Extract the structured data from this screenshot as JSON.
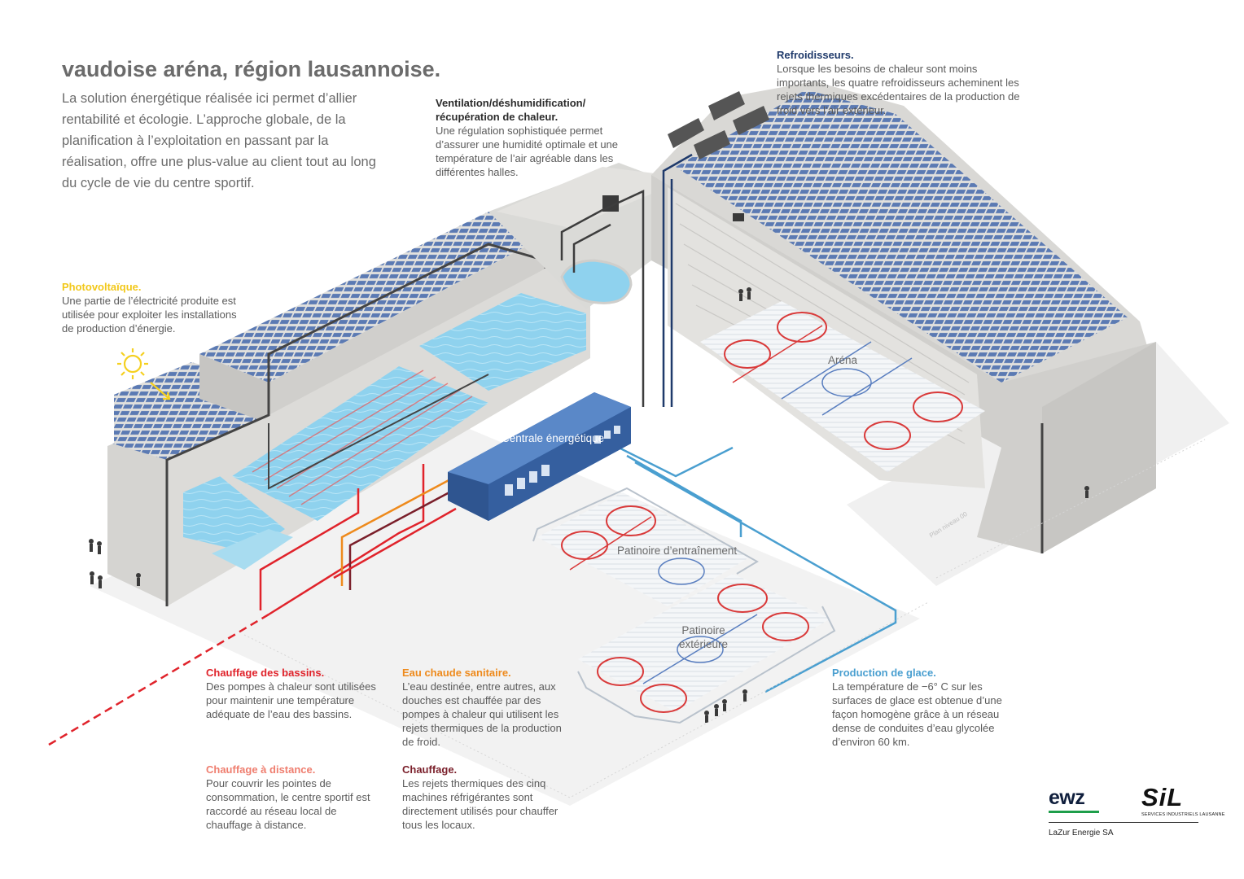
{
  "header": {
    "title": "vaudoise aréna, région lausannoise.",
    "intro": "La solution énergétique réalisée ici permet d’allier rentabilité et écologie. L’approche globale, de la planification à l’exploitation en passant par la réalisation, offre une plus-value au client tout au long du cycle de vie du centre sportif."
  },
  "notes": {
    "photovoltaique": {
      "title": "Photovoltaïque.",
      "text": "Une partie de l’électricité produite est utilisée pour exploiter les installations de production d’énergie.",
      "color": "#f2c81a"
    },
    "ventilation": {
      "title": "Ventilation/déshumidification/ récupération de chaleur.",
      "text": "Une régulation sophistiquée permet d’assurer une humidité optimale et une température de l’air agréable dans les différentes halles.",
      "color": "#2b2b2b"
    },
    "refroidisseurs": {
      "title": "Refroidisseurs.",
      "text": "Lorsque les besoins de chaleur sont moins importants, les quatre refroidisseurs acheminent les rejets thermiques excédentaires de la production de froid vers l’air extérieur.",
      "color": "#1f3a6b"
    },
    "chauffage_bassins": {
      "title": "Chauffage des bassins.",
      "text": "Des pompes à chaleur sont utilisées pour maintenir une température adéquate de l’eau des bassins.",
      "color": "#e0232b"
    },
    "eau_chaude": {
      "title": "Eau chaude sanitaire.",
      "text": "L’eau destinée, entre autres, aux douches est chauffée par des pompes à chaleur qui utilisent les rejets thermiques de la production de froid.",
      "color": "#ee8a1c"
    },
    "production_glace": {
      "title": "Production de glace.",
      "text": "La température de −6° C sur les surfaces de glace est obtenue d’une façon homogène grâce à un réseau dense de conduites d’eau glycolée d’environ 60 km.",
      "color": "#4a9fd0"
    },
    "chauffage_distance": {
      "title": "Chauffage à distance.",
      "text": "Pour couvrir les pointes de consommation, le centre sportif est raccordé au réseau local de chauffage à distance.",
      "color": "#ef7e6f"
    },
    "chauffage": {
      "title": "Chauffage.",
      "text": "Les rejets thermiques des cinq machines réfrigérantes sont directement utilisés pour chauffer tous les locaux.",
      "color": "#7a1f2a"
    }
  },
  "labels": {
    "centrale": "Centrale énergétique",
    "arena": "Aréna",
    "patinoire_entrainement": "Patinoire d’entraînement",
    "patinoire_exterieure": "Patinoire extérieure",
    "plan_niveau": "Plan niveau 00"
  },
  "logos": {
    "ewz": "ewz",
    "sil": "SiL",
    "sil_sub": "SERVICES INDUSTRIELS LAUSANNE",
    "company": "LaZur Energie SA"
  },
  "colors": {
    "building": "#d7d6d3",
    "building_side": "#c8c7c4",
    "solar": "#5b7ab3",
    "water": "#8fd2ee",
    "central": "#3f6fb5",
    "ice": "#f3f5f7",
    "rink_red": "#d93a3a",
    "rink_blue": "#5a7fc0"
  }
}
